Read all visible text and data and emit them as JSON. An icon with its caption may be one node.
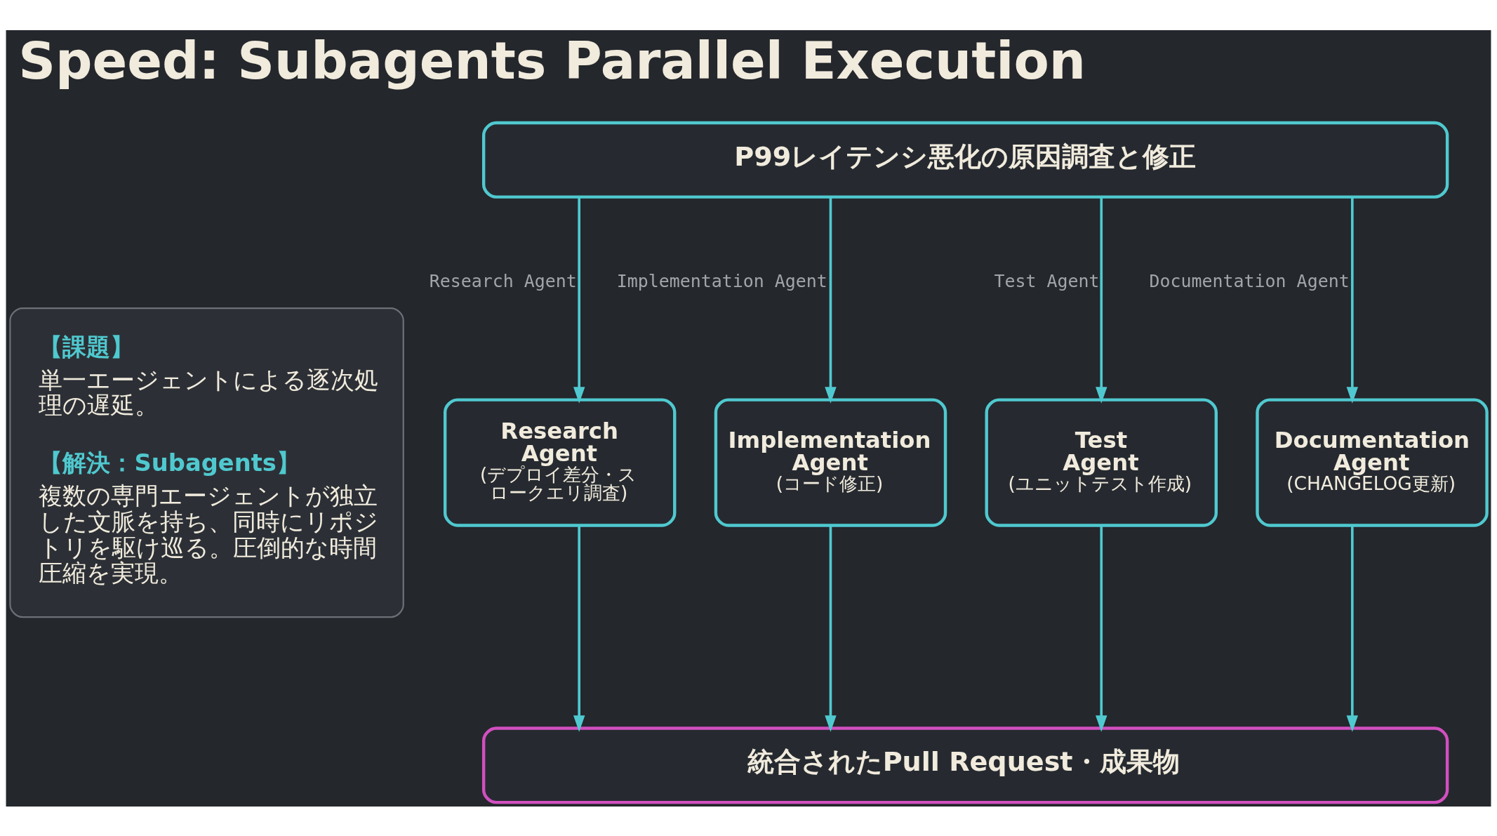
{
  "diagram": {
    "title": "Speed: Subagents Parallel Execution",
    "nodes": [
      {
        "text": [
          "【課題】",
          "単一エージェントによる逐次処理の遅延。",
          "【解決：Subagents】",
          "複数の専門エージェントが独立した文脈を持ち、同時にリポジトリを駆け巡る。圧倒的な時間圧縮を実現。"
        ]
      },
      {
        "text": [
          "P99レイテンシ悪化の原因調査と修正"
        ]
      },
      {
        "text": [
          "Research Agent",
          "(デプロイ差分・スロークエリ調査)"
        ]
      },
      {
        "text": [
          "Implementation Agent",
          "(コード修正)"
        ]
      },
      {
        "text": [
          "Test Agent",
          "(ユニットテスト作成)"
        ]
      },
      {
        "text": [
          "Documentation Agent",
          "(CHANGELOG更新)"
        ]
      },
      {
        "text": [
          "統合されたPull Request・成果物"
        ]
      }
    ],
    "edges": [
      {
        "from": 1,
        "to": 2,
        "arrow": "to",
        "label": "Research Agent"
      },
      {
        "from": 1,
        "to": 3,
        "arrow": "to",
        "label": "Implementation Agent"
      },
      {
        "from": 1,
        "to": 4,
        "arrow": "to",
        "label": "Test Agent"
      },
      {
        "from": 1,
        "to": 5,
        "arrow": "to",
        "label": "Documentation Agent"
      },
      {
        "from": 2,
        "to": 6,
        "arrow": "to"
      },
      {
        "from": 3,
        "to": 6,
        "arrow": "to"
      },
      {
        "from": 4,
        "to": 6,
        "arrow": "to"
      },
      {
        "from": 5,
        "to": 6,
        "arrow": "to"
      }
    ]
  }
}
